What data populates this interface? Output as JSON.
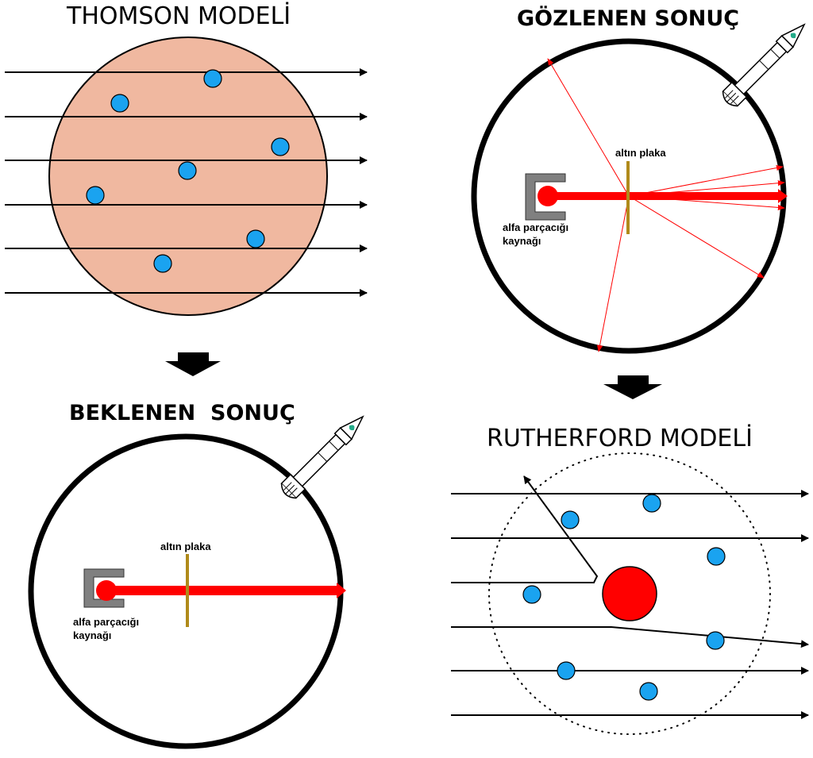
{
  "panels": {
    "thomson": {
      "title": "THOMSON MODELİ"
    },
    "observed": {
      "title": "GÖZLENEN SONUÇ",
      "plate_label": "altın plaka",
      "source_label_line1": "alfa parçacığı",
      "source_label_line2": "kaynağı"
    },
    "expected": {
      "title": "BEKLENEN  SONUÇ",
      "plate_label": "altın plaka",
      "source_label_line1": "alfa parçacığı",
      "source_label_line2": "kaynağı"
    },
    "rutherford": {
      "title": "RUTHERFORD MODELİ"
    }
  },
  "colors": {
    "thomson_fill": "#f0b8a0",
    "electron": "#1aa3f0",
    "nucleus": "#ff0000",
    "alpha_beam": "#ff0000",
    "gold_plate": "#b08a1a",
    "source_box": "#808080",
    "arrow": "#000000"
  },
  "icons": [
    "microscope-icon",
    "down-arrow-icon"
  ]
}
